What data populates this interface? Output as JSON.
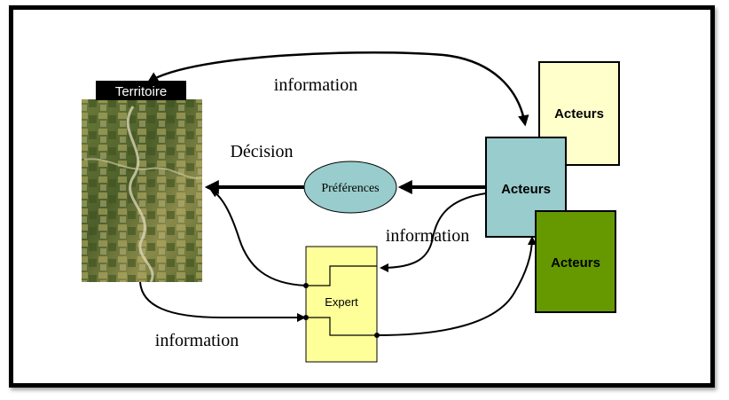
{
  "diagram": {
    "territory_label": "Territoire",
    "actors": [
      "Acteurs",
      "Acteurs",
      "Acteurs"
    ],
    "preferences_label": "Préférences",
    "expert_label": "Expert",
    "decision_label": "Décision",
    "info_labels": [
      "information",
      "information",
      "information"
    ]
  },
  "colors": {
    "actor_light": "#ffffcc",
    "actor_blue": "#99cccc",
    "actor_green": "#669900",
    "preferences_fill": "#99cccc",
    "expert_fill": "#ffff99",
    "territory_label_bg": "#000000"
  }
}
